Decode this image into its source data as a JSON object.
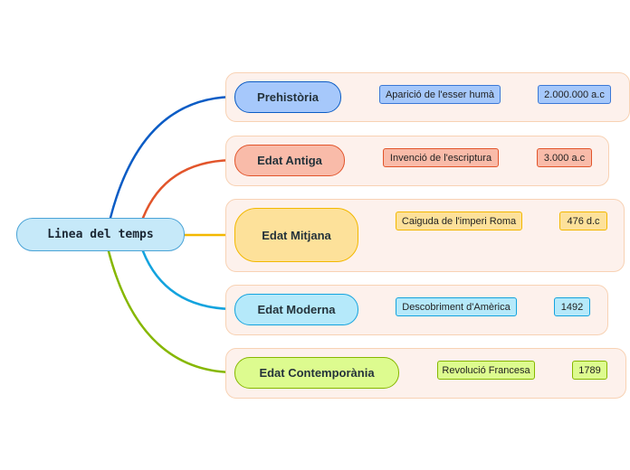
{
  "root": {
    "label": "Linea del temps"
  },
  "branches": [
    {
      "label": "Prehistòria",
      "event": "Aparició de l'esser humà",
      "date": "2.000.000 a.c",
      "color": "#0b5cc5",
      "fill": "#a6c8fb",
      "leaf_fill": "#a6c8fb",
      "leaf_border": "#3b78d6"
    },
    {
      "label": "Edat Antiga",
      "event": "Invenció de l'escriptura",
      "date": "3.000 a.c",
      "color": "#e2552b",
      "fill": "#f9bba9",
      "leaf_fill": "#f9bba9",
      "leaf_border": "#e2552b"
    },
    {
      "label": "Edat Mitjana",
      "event": "Caiguda de l'imperi Roma",
      "date": "476 d.c",
      "color": "#f3b800",
      "fill": "#fde19a",
      "leaf_fill": "#fde19a",
      "leaf_border": "#f3b800"
    },
    {
      "label": "Edat Moderna",
      "event": "Descobriment d'Amèrica",
      "date": "1492",
      "color": "#13a3de",
      "fill": "#b5e9fa",
      "leaf_fill": "#b5e9fa",
      "leaf_border": "#13a3de"
    },
    {
      "label": "Edat Contemporània",
      "event": "Revolució Francesa",
      "date": "1789",
      "color": "#86b700",
      "fill": "#ddfb8f",
      "leaf_fill": "#ddfb8f",
      "leaf_border": "#86b700"
    }
  ]
}
